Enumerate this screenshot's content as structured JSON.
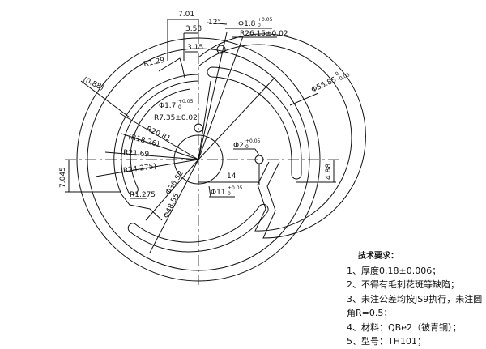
{
  "drawing": {
    "dims": {
      "d701": "7.01",
      "d358": "3.58",
      "d315": "3.15",
      "ang12": "12°",
      "hole18": "Φ1.8",
      "hole18_tol_upper": "+0.05",
      "hole18_tol_lower": "0",
      "r2615": "R26.15±0.02",
      "r129": "R1.29",
      "d088": "(0.88)",
      "outer": "Φ55.85",
      "outer_tol_upper": "0",
      "outer_tol_lower": "-0.05",
      "hole17": "Φ1.7",
      "hole17_tol_upper": "+0.05",
      "hole17_tol_lower": "0",
      "r735": "R7.35±0.02",
      "r2081": "R20.81",
      "r1826": "(R18.26)",
      "r2169": "R21.69",
      "r24275": "(R24.275)",
      "hole2": "Φ2",
      "hole2_tol_upper": "+0.05",
      "hole2_tol_lower": "0",
      "d7045": "7.045",
      "d488": "4.88",
      "d14": "14",
      "r1275": "R1.275",
      "d3652": "Φ36.52",
      "d4855": "Φ48.55",
      "hole11": "Φ11",
      "hole11_tol_upper": "+0.05",
      "hole11_tol_lower": "0"
    }
  },
  "notes": {
    "title": "技术要求：",
    "items": [
      "1、厚度0.18±0.006；",
      "2、不得有毛刺花斑等缺陷；",
      "3、未注公差均按JS9执行，未注圆角R=0.5；",
      "4、材料：QBe2（铍青铜）；",
      "5、型号：TH101；"
    ]
  }
}
